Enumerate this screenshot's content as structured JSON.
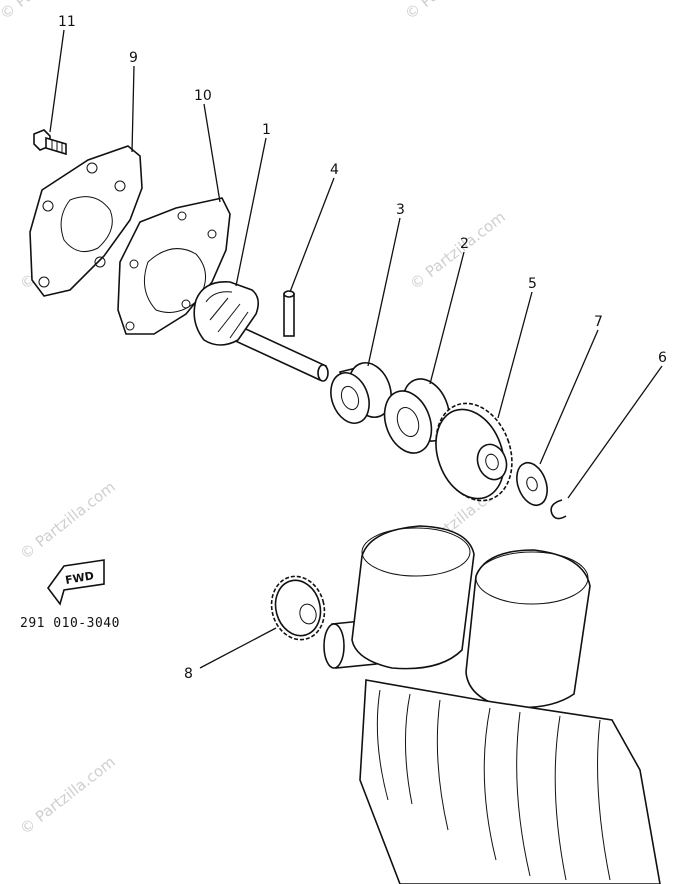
{
  "diagram": {
    "drawing_code": "291 010-3040",
    "fwd_label": "FWD",
    "watermark": "© Partzilla.com",
    "callouts": [
      {
        "id": "11",
        "label": "11"
      },
      {
        "id": "9",
        "label": "9"
      },
      {
        "id": "10",
        "label": "10"
      },
      {
        "id": "1",
        "label": "1"
      },
      {
        "id": "4",
        "label": "4"
      },
      {
        "id": "3",
        "label": "3"
      },
      {
        "id": "2",
        "label": "2"
      },
      {
        "id": "5",
        "label": "5"
      },
      {
        "id": "7",
        "label": "7"
      },
      {
        "id": "6",
        "label": "6"
      },
      {
        "id": "8",
        "label": "8"
      }
    ]
  }
}
